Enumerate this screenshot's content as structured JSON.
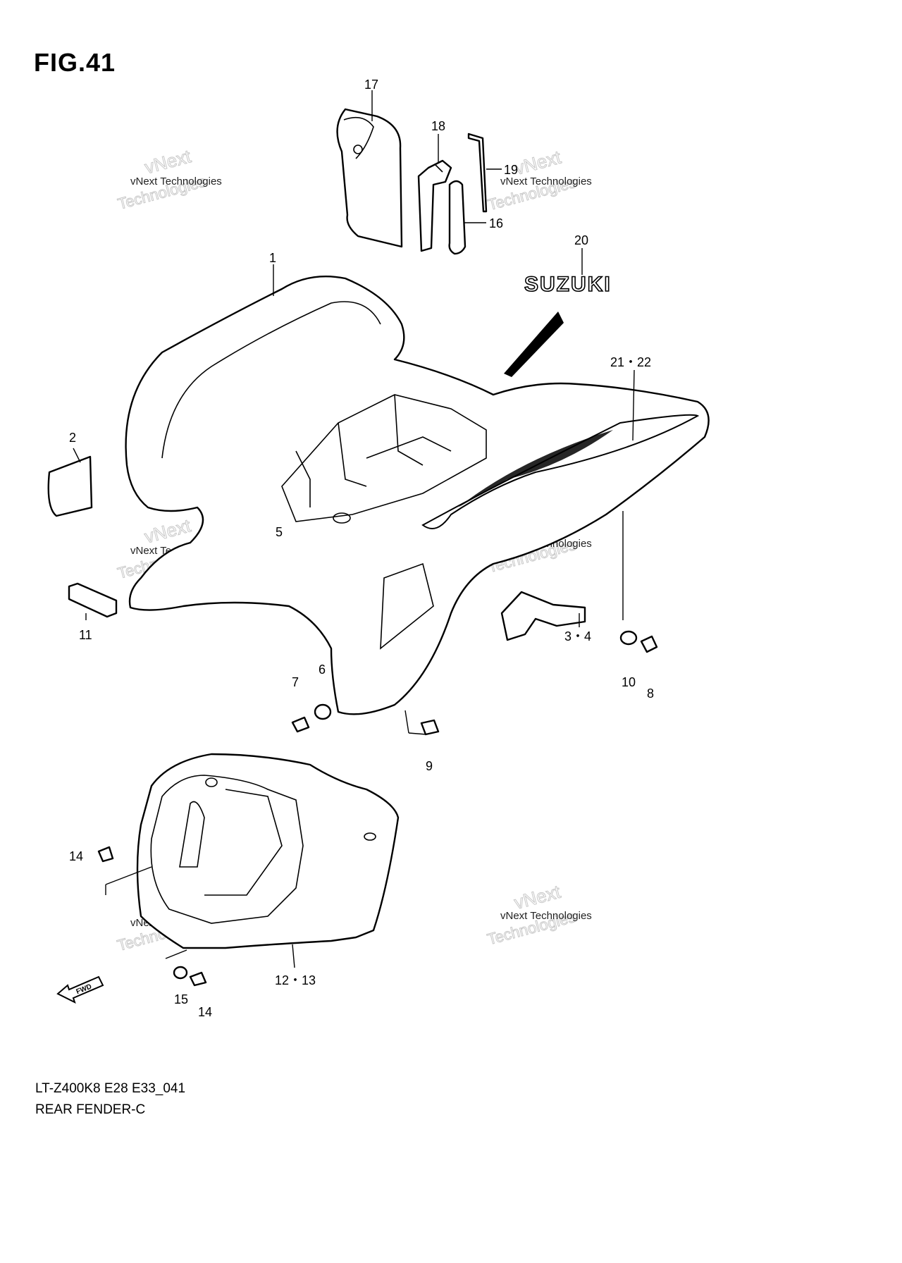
{
  "figure_title": "FIG.41",
  "model_code": "LT-Z400K8 E28 E33_041",
  "assembly_name": "REAR FENDER-C",
  "brand_logo_text": "SUZUKI",
  "fwd_arrow_text": "FWD",
  "watermark": {
    "line1": "vNext Technologies",
    "line2": "vNext",
    "line3": "Technologies"
  },
  "callouts": {
    "c1": "1",
    "c2": "2",
    "c3_4": "3・4",
    "c5": "5",
    "c6": "6",
    "c7": "7",
    "c8": "8",
    "c9": "9",
    "c10": "10",
    "c11": "11",
    "c12_13": "12・13",
    "c14a": "14",
    "c14b": "14",
    "c15": "15",
    "c16": "16",
    "c17": "17",
    "c18": "18",
    "c19": "19",
    "c20": "20",
    "c21_22": "21・22"
  }
}
